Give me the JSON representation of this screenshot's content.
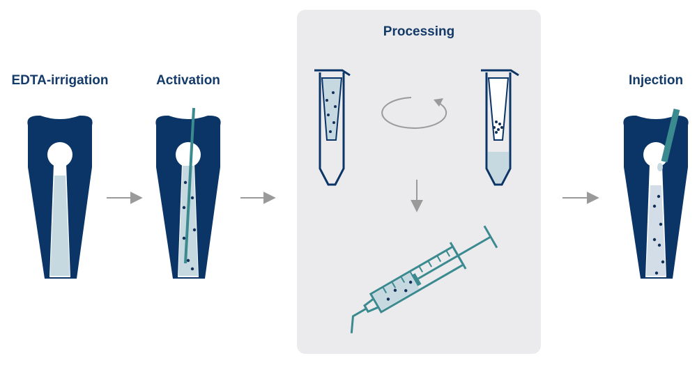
{
  "steps": {
    "edta": "EDTA-irrigation",
    "activation": "Activation",
    "processing": "Processing",
    "injection": "Injection"
  },
  "colors": {
    "tooth": "#0b3566",
    "canal_fill": "#c6d9e1",
    "teal": "#3a8a8f",
    "particle": "#12305a",
    "arrow": "#9a9a9a",
    "panel_bg": "#ebebed",
    "label": "#133a69"
  }
}
